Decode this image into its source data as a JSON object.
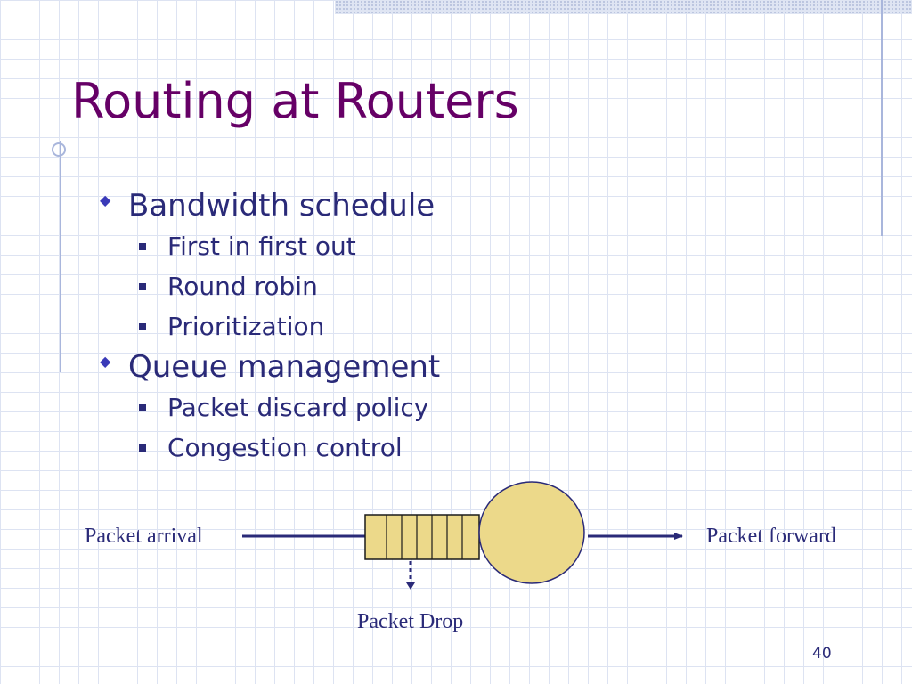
{
  "slide": {
    "title": "Routing at Routers",
    "page_number": "40",
    "colors": {
      "title": "#660066",
      "text": "#2a2a78",
      "queue_fill": "#ecd98a"
    }
  },
  "bullets": [
    {
      "text": "Bandwidth schedule",
      "sub": [
        "First in first out",
        "Round robin",
        "Prioritization"
      ]
    },
    {
      "text": "Queue management",
      "sub": [
        "Packet discard policy",
        "Congestion control"
      ]
    }
  ],
  "diagram": {
    "arrival_label": "Packet arrival",
    "forward_label": "Packet forward",
    "drop_label": "Packet Drop"
  }
}
